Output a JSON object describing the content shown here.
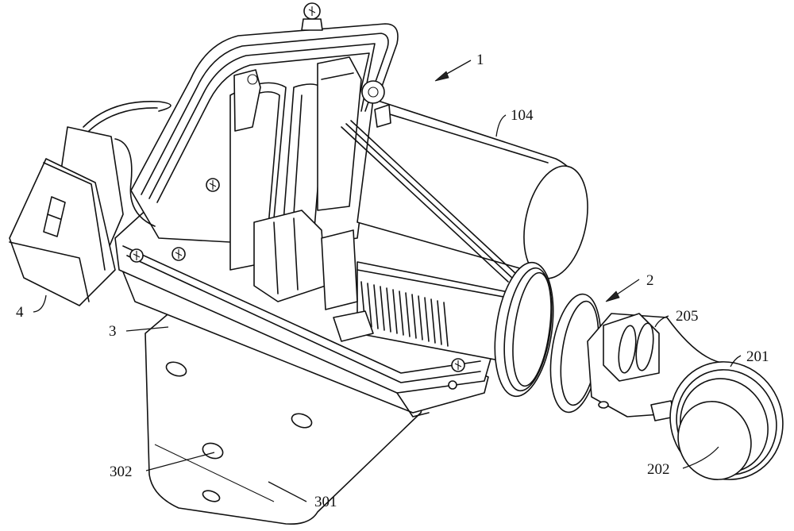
{
  "figure": {
    "labels": {
      "assembly_1": "1",
      "motor_104": "104",
      "assembly_2": "2",
      "part_205": "205",
      "part_201": "201",
      "part_202": "202",
      "connector_4": "4",
      "housing_3": "3",
      "hole_302": "302",
      "bracket_301": "301"
    },
    "colors": {
      "line": "#111111",
      "background": "#ffffff"
    }
  }
}
